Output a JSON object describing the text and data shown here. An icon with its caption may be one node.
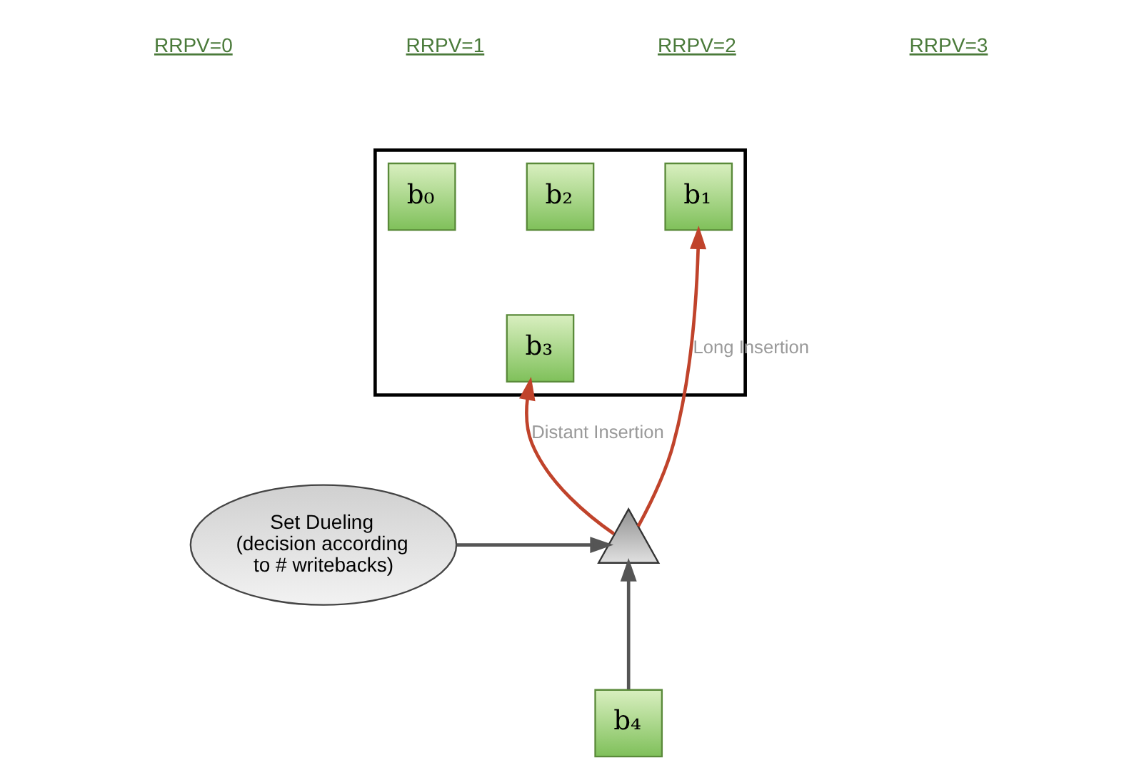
{
  "diagram": {
    "nodes": [
      {
        "text": [],
        "shape": "box"
      },
      {
        "text": [
          "b₀"
        ],
        "in": 0
      },
      {
        "text": [
          "b₁"
        ],
        "in": 0
      },
      {
        "text": [
          "b₂"
        ],
        "in": 0
      },
      {
        "text": [
          "b₃"
        ],
        "in": 0
      },
      {
        "text": [],
        "shape": "triangle"
      },
      {
        "text": [
          "Set Dueling (decision according to # writebacks)"
        ]
      },
      {
        "text": [
          "b₄"
        ]
      }
    ],
    "edges": [
      {
        "from": 7,
        "to": 5,
        "arrow": "to",
        "color": "#555555"
      },
      {
        "from": 6,
        "to": 5,
        "arrow": "to",
        "color": "#555555"
      },
      {
        "from": 5,
        "to": 2,
        "arrow": "to",
        "label": "Long Insertion",
        "color": "#c0432b"
      },
      {
        "from": 5,
        "to": 4,
        "arrow": "to",
        "label": "Distant Insertion",
        "color": "#c0432b"
      }
    ],
    "labels": [
      "RRPV=0",
      "RRPV=1",
      "RRPV=2",
      "RRPV=3"
    ]
  }
}
